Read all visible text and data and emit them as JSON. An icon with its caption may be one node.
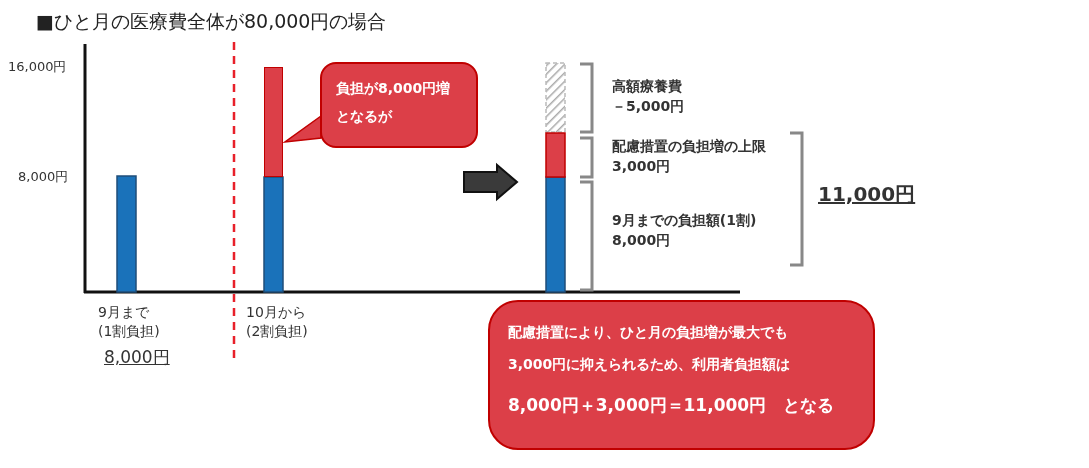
{
  "diagram": {
    "title": "■ひと月の医療費全体が80,000円の場合",
    "nodes": [
      {
        "text": [
          "負担が8,000円増となるが"
        ]
      },
      {
        "text": [],
        "shape": "bar"
      },
      {
        "text": [
          "配慮措置により、ひと月の負担増が最大でも3,000円に抑えられるため、利用者負担額は",
          "8,000円＋3,000円＝11,000円　となる"
        ]
      }
    ],
    "edges": [
      {
        "from": 0,
        "to": 1,
        "arrow": "to"
      }
    ],
    "labels": [
      "16,000円",
      "8,000円",
      "9月まで",
      "(1割負担)",
      "8,000円",
      "10月から",
      "(2割負担)",
      "高額療養費",
      "－5,000円",
      "配慮措置の負担増の上限",
      "3,000円",
      "9月までの負担額(1割)",
      "8,000円",
      "11,000円"
    ]
  }
}
